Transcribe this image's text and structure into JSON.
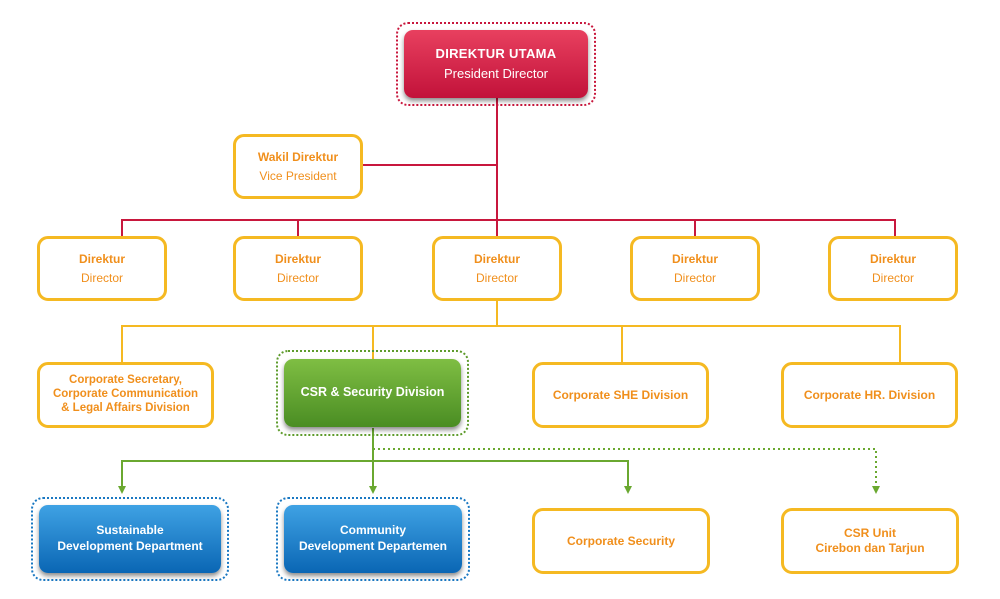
{
  "colors": {
    "red_line": "#c8173d",
    "yellow_line": "#f5b922",
    "green_line": "#6aa830",
    "orange_text": "#f08f1c"
  },
  "president": {
    "title": "DIREKTUR UTAMA",
    "subtitle": "President Director"
  },
  "vice": {
    "title": "Wakil Direktur",
    "subtitle": "Vice President"
  },
  "directors": [
    {
      "title": "Direktur",
      "subtitle": "Director"
    },
    {
      "title": "Direktur",
      "subtitle": "Director"
    },
    {
      "title": "Direktur",
      "subtitle": "Director"
    },
    {
      "title": "Direktur",
      "subtitle": "Director"
    },
    {
      "title": "Direktur",
      "subtitle": "Director"
    }
  ],
  "divisions": {
    "corp_sec": {
      "line1": "Corporate Secretary,",
      "line2": "Corporate Communication",
      "line3": "& Legal Affairs Division"
    },
    "csr": "CSR & Security Division",
    "she": "Corporate SHE Division",
    "hr": "Corporate HR. Division"
  },
  "departments": {
    "sustainable": {
      "line1": "Sustainable",
      "line2": "Development Department"
    },
    "community": {
      "line1": "Community",
      "line2": "Development Departemen"
    },
    "security": "Corporate Security",
    "csr_unit": {
      "line1": "CSR Unit",
      "line2": "Cirebon dan Tarjun"
    }
  }
}
